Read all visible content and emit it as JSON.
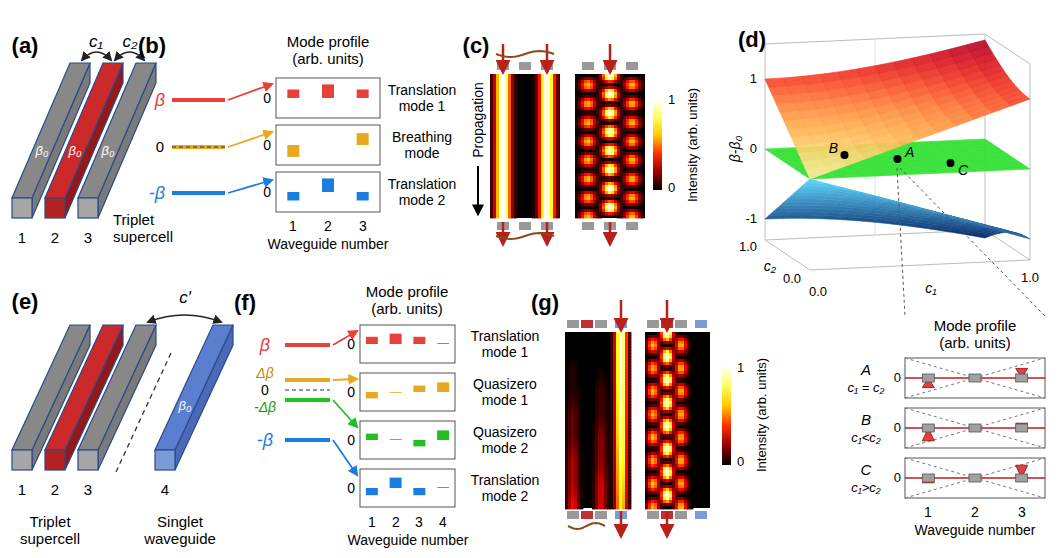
{
  "diagram": {
    "labels": [
      "(a)",
      "c₁",
      "c₂",
      "β₀",
      "β₀",
      "β₀",
      "1",
      "2",
      "3",
      "Triplet supercell",
      "(b)",
      "Mode profile (arb. units)",
      "β",
      "0",
      "-β",
      "0",
      "0",
      "0",
      "Translation mode 1",
      "Breathing mode",
      "Translation mode 2",
      "1",
      "2",
      "3",
      "Waveguide number",
      "(c)",
      "Propagation",
      "Intensity (arb. units)",
      "1",
      "0",
      "(d)",
      "β-β₀",
      "1",
      "0",
      "-1",
      "1.0",
      "c₂",
      "0.0",
      "0.0",
      "c₁",
      "1.0",
      "B",
      "A",
      "C",
      "Mode profile (arb. units)",
      "A",
      "c₁ = c₂",
      "0",
      "B",
      "c₁<c₂",
      "0",
      "C",
      "c₁>c₂",
      "0",
      "1",
      "2",
      "3",
      "Waveguide number",
      "(e)",
      "c′",
      "β₀",
      "1",
      "2",
      "3",
      "4",
      "Triplet supercell",
      "Singlet waveguide",
      "(f)",
      "Mode profile (arb. units)",
      "β",
      "Δβ",
      "0",
      "-Δβ",
      "-β",
      "0",
      "0",
      "0",
      "0",
      "Translation mode 1",
      "Quasizero mode 1",
      "Quasizero mode 2",
      "Translation mode 2",
      "1",
      "2",
      "3",
      "4",
      "Waveguide number",
      "(g)",
      "Intensity (arb. units)",
      "1",
      "0"
    ]
  }
}
